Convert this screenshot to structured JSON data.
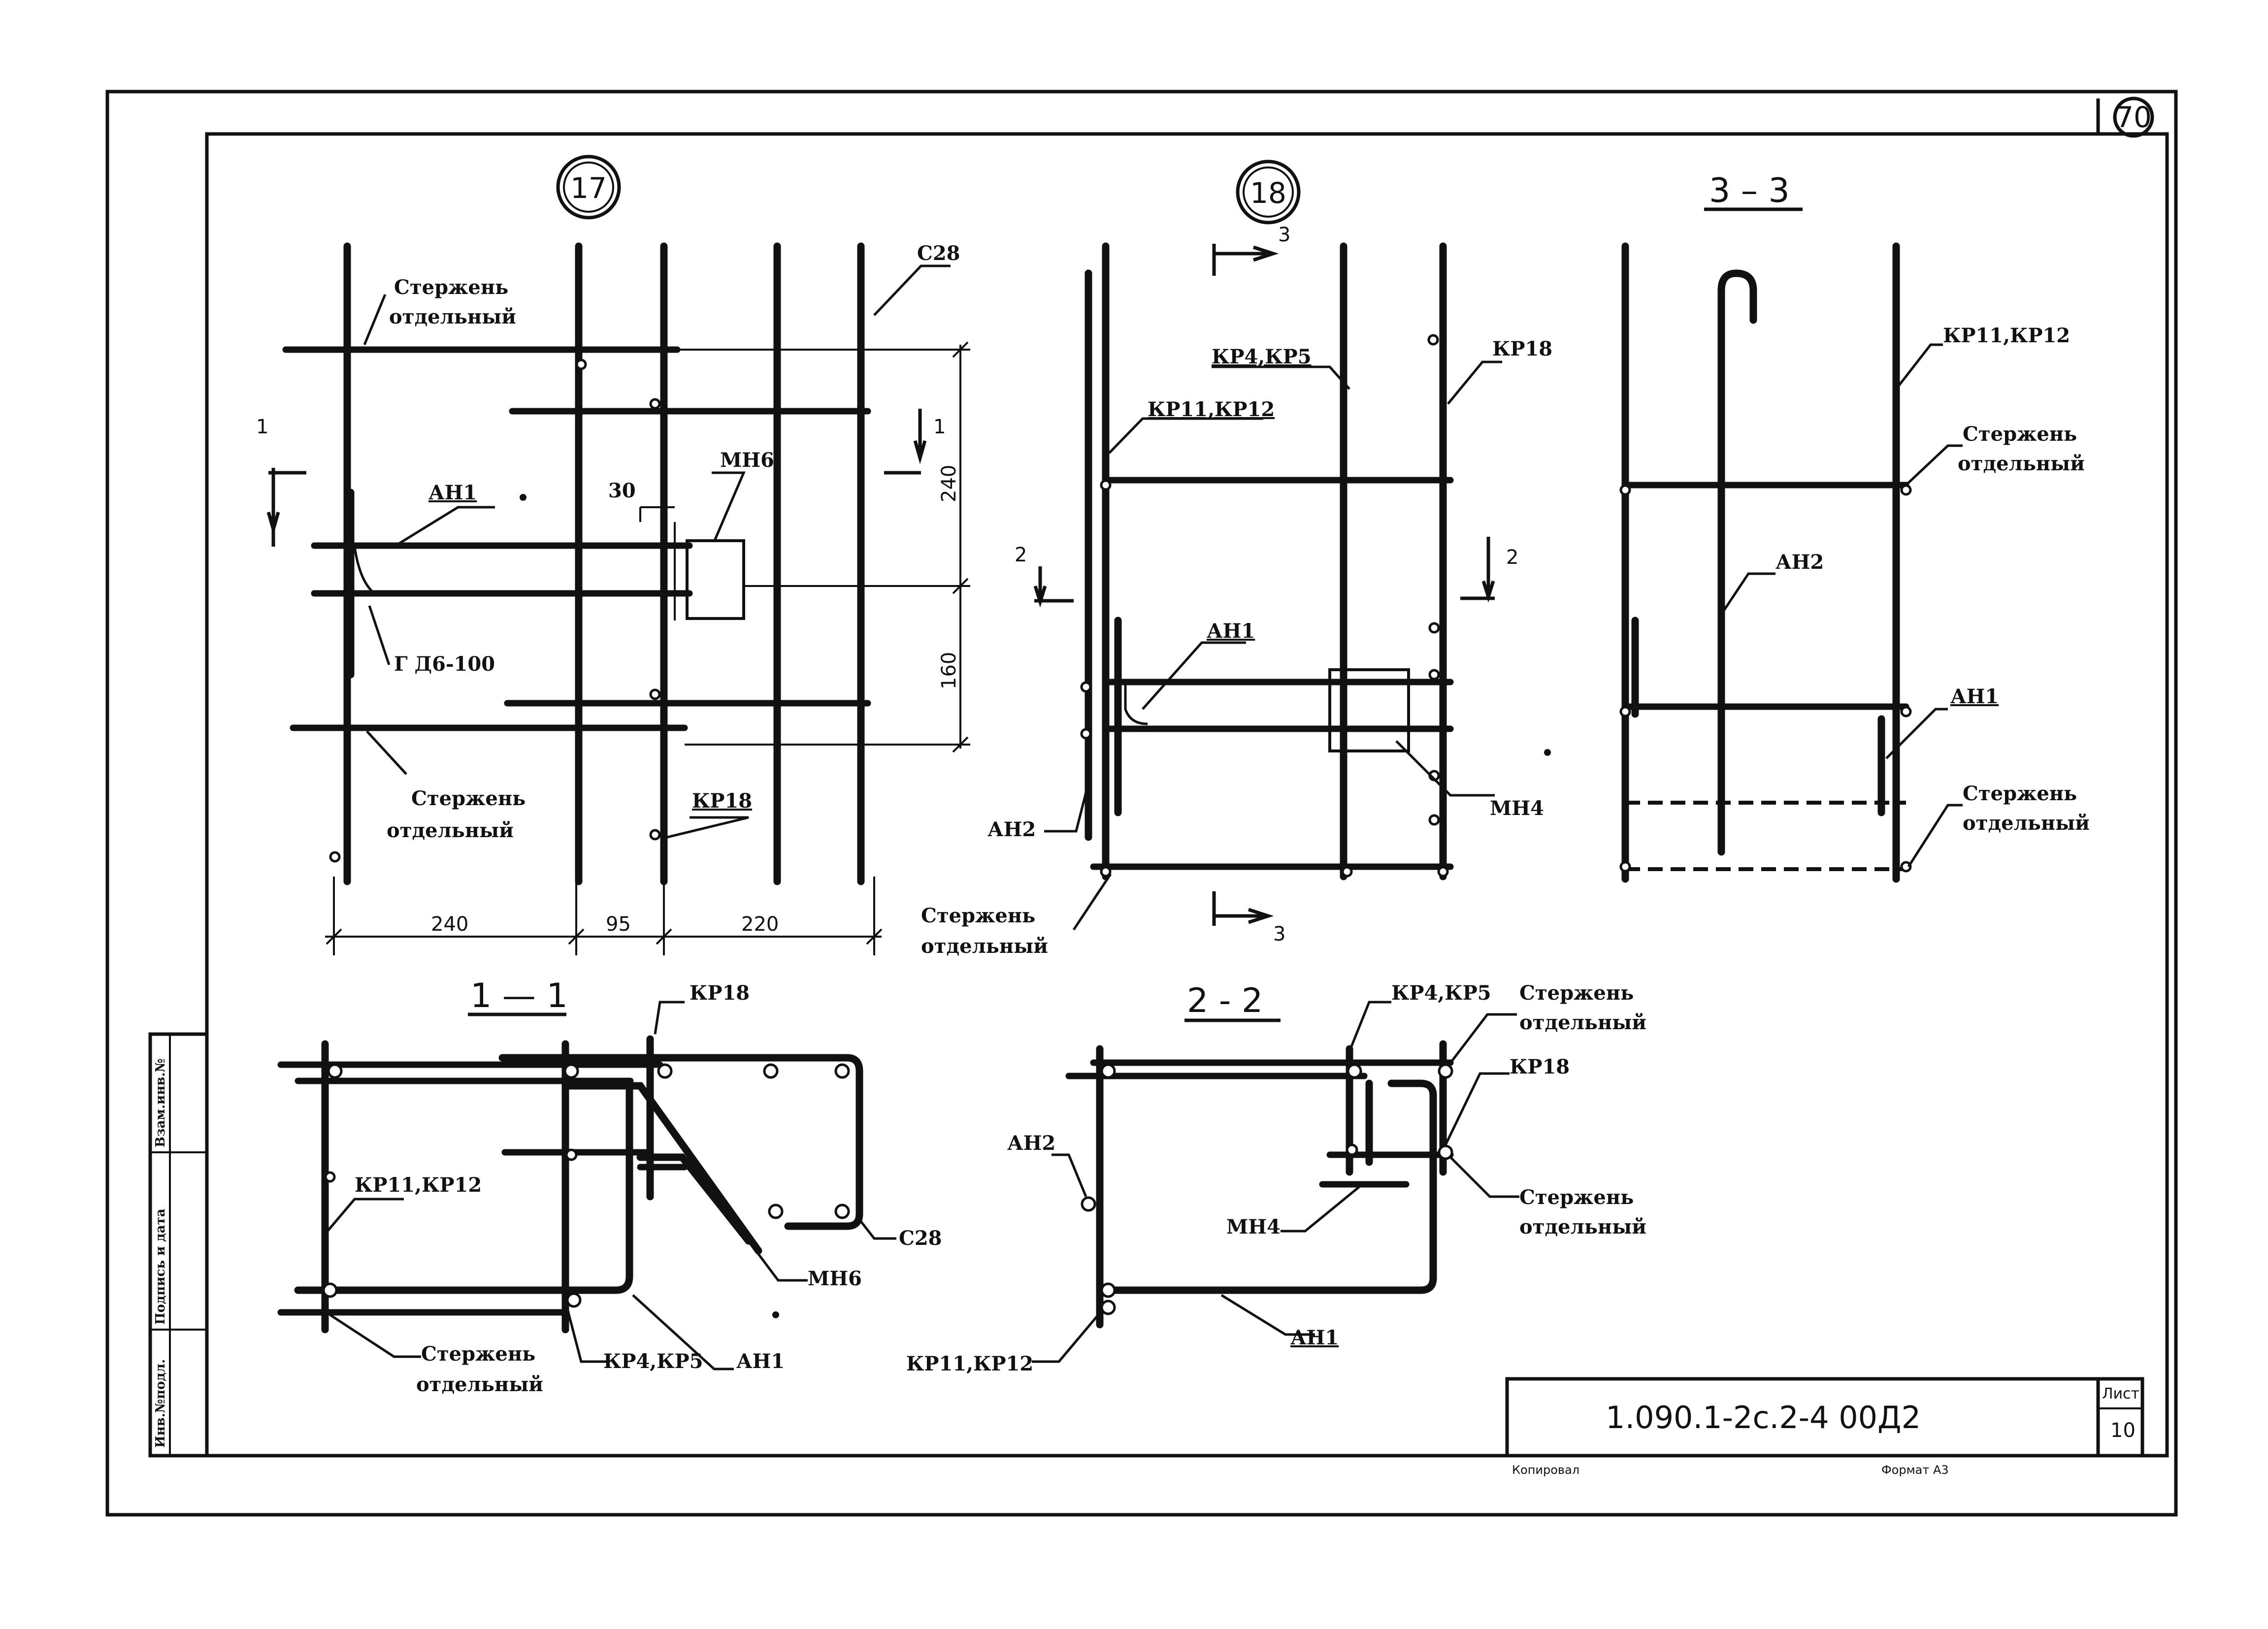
{
  "sheet": {
    "page_number": "70",
    "doc_code": "1.090.1-2с.2-4 00Д2",
    "sheet_label": "Лист",
    "sheet_number": "10",
    "copied_label": "Копировал",
    "format_label": "Формат А3"
  },
  "side_stamp": {
    "inv_label": "Инв.№подл.",
    "sign_label": "Подпись и дата",
    "replace_label": "Взам.инв.№"
  },
  "view17": {
    "marker": "17",
    "labels": {
      "rod_top_1": "Стержень",
      "rod_top_2": "отдельный",
      "c28": "С28",
      "an1": "АН1",
      "mn6": "МН6",
      "d6": "Г Д6-100",
      "rod_bot_1": "Стержень",
      "rod_bot_2": "отдельный",
      "kr18": "КР18",
      "dim30": "30"
    },
    "dims": {
      "h240": "240",
      "h160": "160",
      "w240": "240",
      "w95": "95",
      "w220": "220"
    },
    "cut_marks": {
      "left": "1",
      "right": "1"
    }
  },
  "view18": {
    "marker": "18",
    "labels": {
      "kr45": "КР4,КР5",
      "kr18": "КР18",
      "kr1112": "КР11,КР12",
      "an1": "АН1",
      "an2": "АН2",
      "mn4": "МН4",
      "rod_1": "Стержень",
      "rod_2": "отдельный"
    },
    "cut_marks": {
      "top": "3",
      "bottom": "3",
      "left": "2",
      "right": "2"
    }
  },
  "view33": {
    "title": "3 – 3",
    "labels": {
      "kr1112": "КР11,КР12",
      "rod_top_1": "Стержень",
      "rod_top_2": "отдельный",
      "an2": "АН2",
      "an1": "АН1",
      "rod_bot_1": "Стержень",
      "rod_bot_2": "отдельный"
    }
  },
  "view11": {
    "title": "1 — 1",
    "labels": {
      "kr18": "КР18",
      "kr1112": "КР11,КР12",
      "c28": "С28",
      "mn6": "МН6",
      "rod_1": "Стержень",
      "rod_2": "отдельный",
      "kr45": "КР4,КР5",
      "an1": "АН1"
    }
  },
  "view22": {
    "title": "2 - 2",
    "labels": {
      "kr45": "КР4,КР5",
      "rod_top_1": "Стержень",
      "rod_top_2": "отдельный",
      "kr18": "КР18",
      "an2": "АН2",
      "mn4": "МН4",
      "rod_mid_1": "Стержень",
      "rod_mid_2": "отдельный",
      "kr1112": "КР11,КР12",
      "an1": "АН1"
    }
  }
}
